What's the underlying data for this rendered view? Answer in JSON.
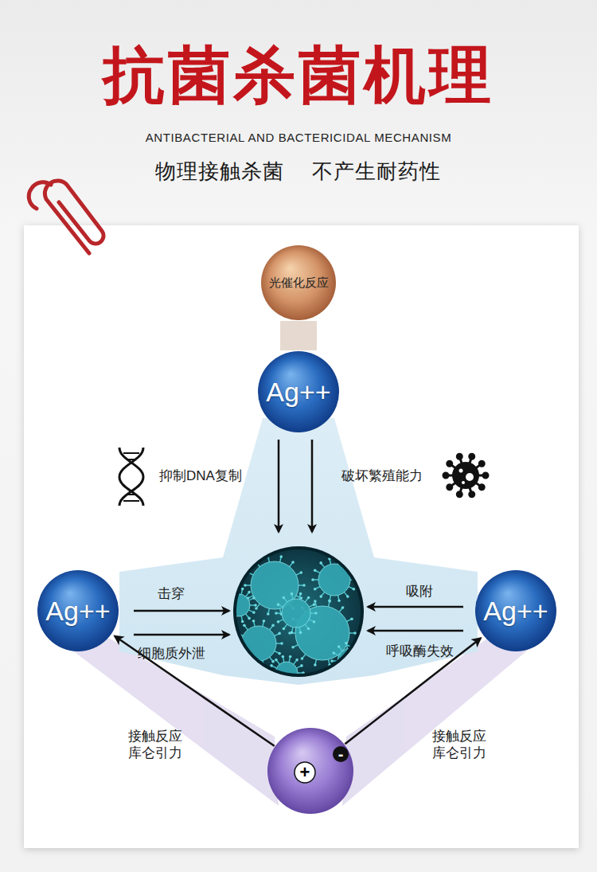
{
  "diagram": {
    "title": "抗菌杀菌机理",
    "nodes": [
      {
        "text": [
          "光催化反应"
        ]
      },
      {
        "text": [
          "Ag++"
        ]
      },
      {
        "text": [
          "Ag++"
        ]
      },
      {
        "text": [
          "Ag++"
        ]
      },
      {
        "text": [
          "+",
          "-"
        ]
      }
    ],
    "edges": [
      {
        "from": 0,
        "to": 1,
        "arrow": "none"
      },
      {
        "from": 4,
        "to": 2,
        "label": "接触反应 库仑引力",
        "arrow": "to"
      },
      {
        "from": 4,
        "to": 3,
        "label": "接触反应 库仑引力",
        "arrow": "to"
      }
    ],
    "labels": [
      "ANTIBACTERIAL AND BACTERICIDAL MECHANISM",
      "物理接触杀菌",
      "不产生耐药性",
      "抑制DNA复制",
      "破坏繁殖能力",
      "击穿",
      "细胞质外泄",
      "吸附",
      "呼吸酶失效"
    ]
  }
}
